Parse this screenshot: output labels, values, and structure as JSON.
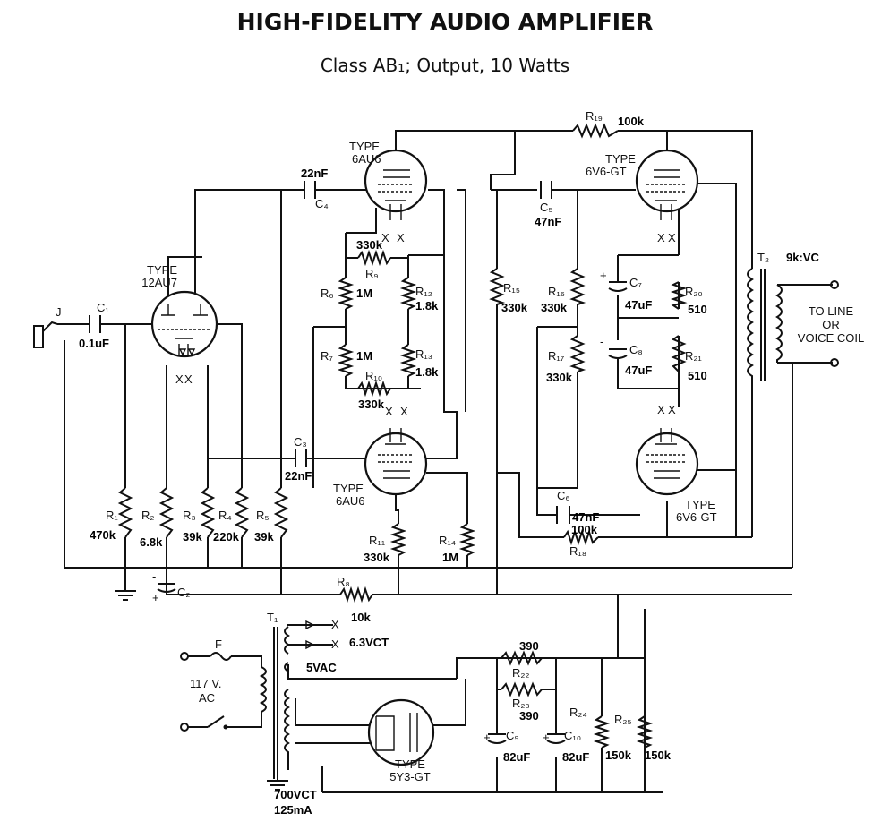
{
  "title": "HIGH-FIDELITY AUDIO AMPLIFIER",
  "subtitle": "Class AB₁; Output, 10 Watts",
  "tubes": {
    "v1": {
      "type_label": "TYPE",
      "model": "12AU7"
    },
    "v2": {
      "type_label": "TYPE",
      "model": "6AU6"
    },
    "v3": {
      "type_label": "TYPE",
      "model": "6AU6"
    },
    "v4": {
      "type_label": "TYPE",
      "model": "6V6-GT"
    },
    "v5": {
      "type_label": "TYPE",
      "model": "6V6-GT"
    },
    "rect": {
      "type_label": "TYPE",
      "model": "5Y3-GT"
    }
  },
  "components": {
    "J": {
      "ref": "J"
    },
    "C1": {
      "ref": "C₁",
      "value": "0.1uF"
    },
    "C2": {
      "ref": "C₂"
    },
    "C3": {
      "ref": "C₃",
      "value": "22nF"
    },
    "C4": {
      "ref": "C₄",
      "value": "22nF"
    },
    "C5": {
      "ref": "C₅",
      "value": "47nF"
    },
    "C6": {
      "ref": "C₆",
      "value": "47nF"
    },
    "C7": {
      "ref": "C₇",
      "value": "47uF"
    },
    "C8": {
      "ref": "C₈",
      "value": "47uF"
    },
    "C9": {
      "ref": "C₉",
      "value": "82uF"
    },
    "C10": {
      "ref": "C₁₀",
      "value": "82uF"
    },
    "R1": {
      "ref": "R₁",
      "value": "470k"
    },
    "R2": {
      "ref": "R₂",
      "value": "6.8k"
    },
    "R3": {
      "ref": "R₃",
      "value": "39k"
    },
    "R4": {
      "ref": "R₄",
      "value": "220k"
    },
    "R5": {
      "ref": "R₅",
      "value": "39k"
    },
    "R6": {
      "ref": "R₆",
      "value": "1M"
    },
    "R7": {
      "ref": "R₇",
      "value": "1M"
    },
    "R8": {
      "ref": "R₈",
      "value": "10k"
    },
    "R9": {
      "ref": "R₉",
      "value": "330k"
    },
    "R10": {
      "ref": "R₁₀",
      "value": "330k"
    },
    "R11": {
      "ref": "R₁₁",
      "value": "330k"
    },
    "R12": {
      "ref": "R₁₂",
      "value": "1.8k"
    },
    "R13": {
      "ref": "R₁₃",
      "value": "1.8k"
    },
    "R14": {
      "ref": "R₁₄",
      "value": "1M"
    },
    "R15": {
      "ref": "R₁₅",
      "value": "330k"
    },
    "R16": {
      "ref": "R₁₆",
      "value": "330k"
    },
    "R17": {
      "ref": "R₁₇",
      "value": "330k"
    },
    "R18": {
      "ref": "R₁₈",
      "value": "100k"
    },
    "R19": {
      "ref": "R₁₉",
      "value": "100k"
    },
    "R20": {
      "ref": "R₂₀",
      "value": "510"
    },
    "R21": {
      "ref": "R₂₁",
      "value": "510"
    },
    "R22": {
      "ref": "R₂₂",
      "value": "390"
    },
    "R23": {
      "ref": "R₂₃",
      "value": "390"
    },
    "R24": {
      "ref": "R₂₄",
      "value": "150k"
    },
    "R25": {
      "ref": "R₂₅",
      "value": "150k"
    },
    "T1": {
      "ref": "T₁",
      "heater": "6.3VCT",
      "fil": "5VAC",
      "hv": "700VCT",
      "current": "125mA"
    },
    "T2": {
      "ref": "T₂",
      "ratio": "9k:VC"
    },
    "F": {
      "ref": "F"
    }
  },
  "mains": {
    "voltage": "117 V.",
    "type": "AC"
  },
  "output": {
    "line1": "TO LINE",
    "line2": "OR",
    "line3": "VOICE COIL"
  },
  "heater_mark": "X"
}
